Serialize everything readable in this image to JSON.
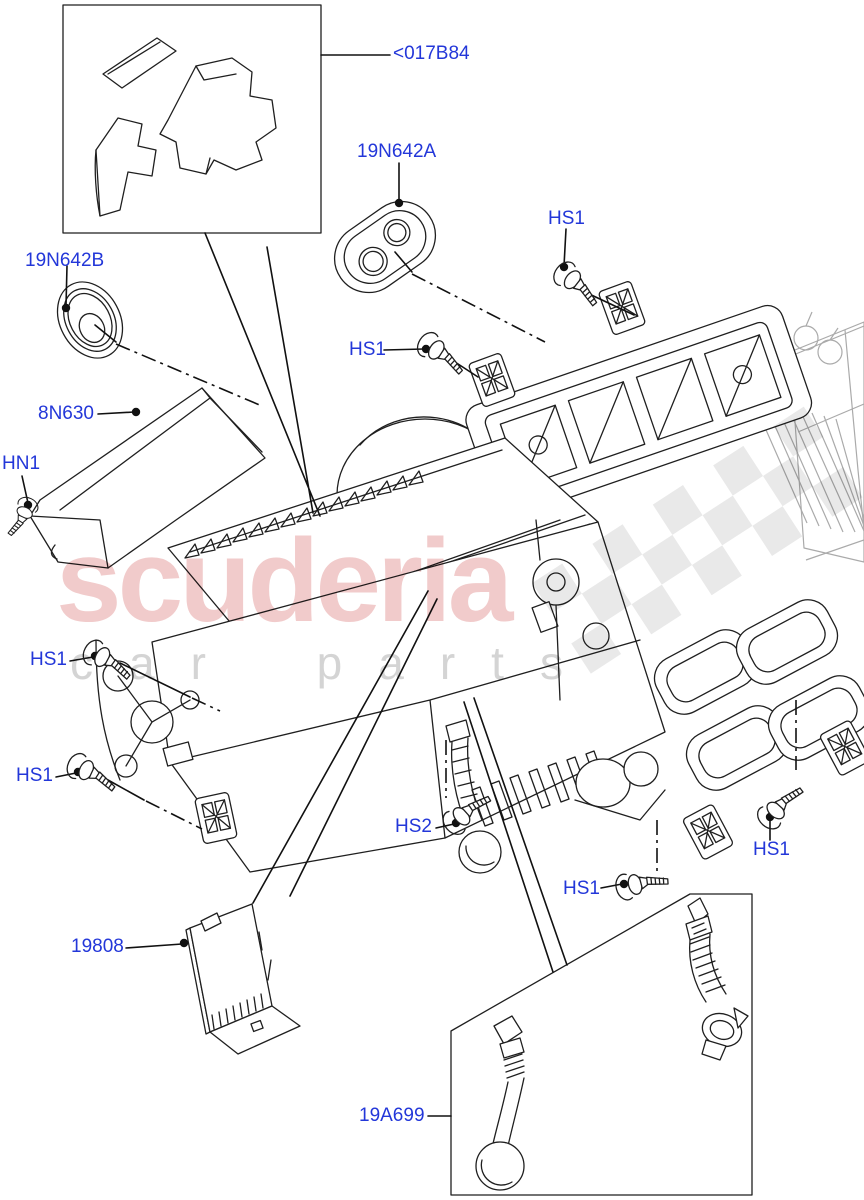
{
  "page": {
    "background": "#ffffff",
    "type": "parts-diagram",
    "subject": "heater and air conditioning main unit exploded view"
  },
  "watermark": {
    "word": "scuderia",
    "tagline": "car parts"
  },
  "colors": {
    "label_blue": "#2337d9",
    "line_dark": "#1f1f1f",
    "line_gray": "#aaaaaa",
    "watermark_pink": "#d66060",
    "watermark_gray": "#a0a0a0",
    "checker_gray": "#e9e9e9",
    "background": "#ffffff"
  },
  "labels": [
    {
      "code": "<017B84"
    },
    {
      "code": "19N642A"
    },
    {
      "code": "19N642B"
    },
    {
      "code": "HS1"
    },
    {
      "code": "HS1"
    },
    {
      "code": "8N630"
    },
    {
      "code": "HN1"
    },
    {
      "code": "HS1"
    },
    {
      "code": "HS1"
    },
    {
      "code": "HS2"
    },
    {
      "code": "HS1"
    },
    {
      "code": "HS1"
    },
    {
      "code": "19808"
    },
    {
      "code": "19A699"
    }
  ],
  "icons": [
    "screw-icon",
    "nut-icon",
    "grommet-icon",
    "leader-dot-icon",
    "checker-flag-icon"
  ]
}
